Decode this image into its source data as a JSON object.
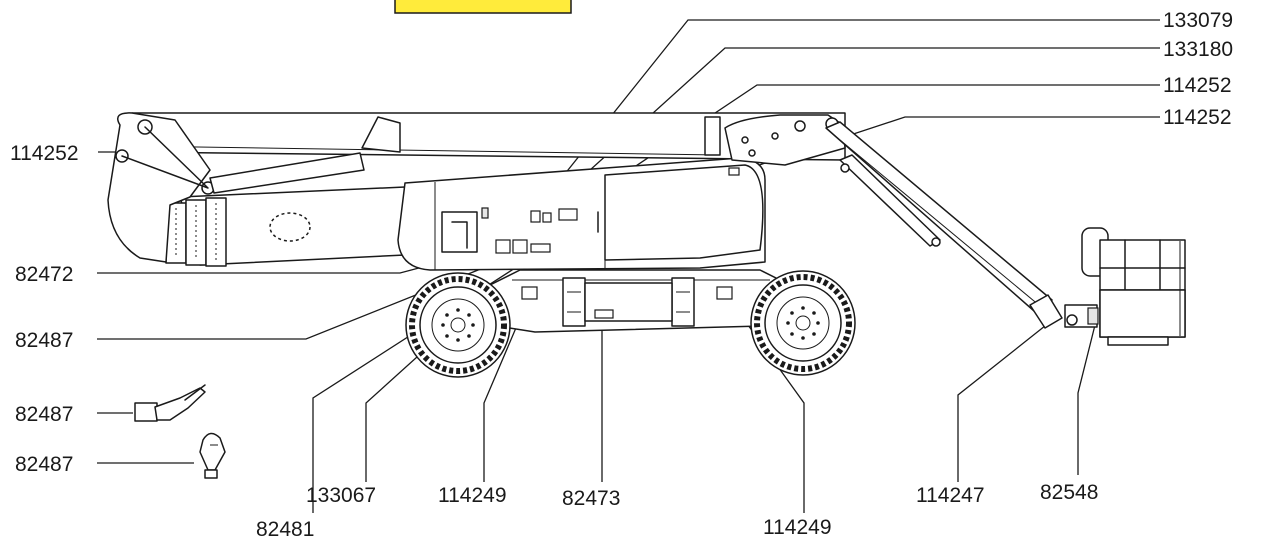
{
  "header_box": {
    "color": "#ffeb3b"
  },
  "labels": [
    {
      "id": "l-133079-top",
      "text": "133079"
    },
    {
      "id": "l-133180",
      "text": "133180"
    },
    {
      "id": "l-114252-a",
      "text": "114252"
    },
    {
      "id": "l-114252-b",
      "text": "114252"
    },
    {
      "id": "l-114252-left",
      "text": "114252"
    },
    {
      "id": "l-82472",
      "text": "82472"
    },
    {
      "id": "l-82487-a",
      "text": "82487"
    },
    {
      "id": "l-82487-b",
      "text": "82487"
    },
    {
      "id": "l-82487-c",
      "text": "82487"
    },
    {
      "id": "l-133067",
      "text": "133067"
    },
    {
      "id": "l-114249-a",
      "text": "114249"
    },
    {
      "id": "l-82473",
      "text": "82473"
    },
    {
      "id": "l-114247",
      "text": "114247"
    },
    {
      "id": "l-82548",
      "text": "82548"
    },
    {
      "id": "l-82481",
      "text": "82481"
    },
    {
      "id": "l-114249-b",
      "text": "114249"
    }
  ]
}
